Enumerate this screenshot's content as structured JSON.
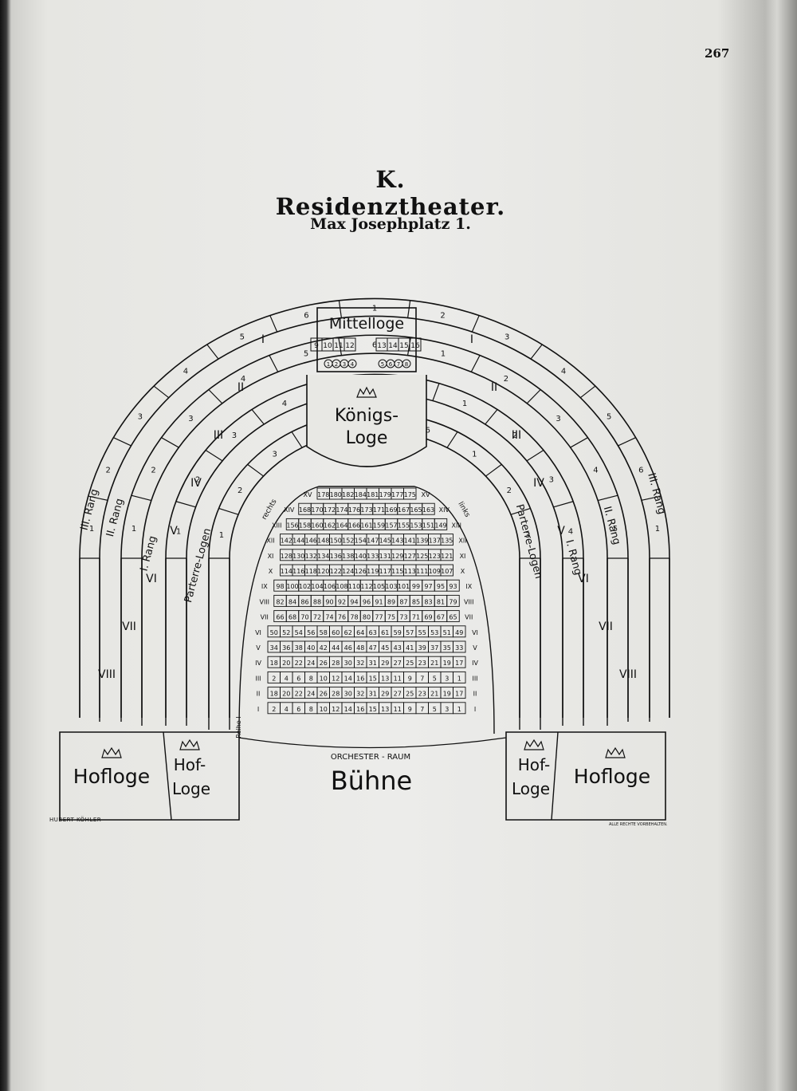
{
  "page_number": "267",
  "title": "K. Residenztheater.",
  "subtitle": "Max Josephplatz 1.",
  "plan": {
    "mittelloge": "Mittelloge",
    "koenigsloge": [
      "Königs-",
      "Loge"
    ],
    "hofloge": "Hofloge",
    "hof_loge": [
      "Hof-",
      "Loge"
    ],
    "buehne": "Bühne",
    "orchester": "ORCHESTER - RAUM",
    "reihe_label": "Reihe I",
    "rechts": "rechts",
    "links": "links",
    "mittelloge_left_seats": [
      "9",
      "10",
      "11",
      "12"
    ],
    "mittelloge_right_seats": [
      "13",
      "14",
      "15",
      "16"
    ],
    "mittelloge_circle_left": [
      "1",
      "2",
      "3",
      "4"
    ],
    "mittelloge_circle_right": [
      "5",
      "6",
      "7",
      "8"
    ],
    "rang_labels_left": [
      "III. Rang",
      "II. Rang",
      "I. Rang",
      "Parterre-Logen"
    ],
    "rang_labels_right": [
      "III. Rang",
      "II. Rang",
      "I. Rang",
      "Parterre-Logen"
    ],
    "roman_numerals": [
      "I",
      "II",
      "III",
      "IV",
      "V",
      "VI",
      "VII",
      "VIII"
    ],
    "parquet_rows": [
      [
        "178",
        "180",
        "182",
        "184",
        "181",
        "179",
        "177",
        "175"
      ],
      [
        "168",
        "170",
        "172",
        "174",
        "176",
        "173",
        "171",
        "169",
        "167",
        "165",
        "163"
      ],
      [
        "156",
        "158",
        "160",
        "162",
        "164",
        "166",
        "161",
        "159",
        "157",
        "155",
        "153",
        "151",
        "149"
      ],
      [
        "142",
        "144",
        "146",
        "148",
        "150",
        "152",
        "154",
        "147",
        "145",
        "143",
        "141",
        "139",
        "137",
        "135"
      ],
      [
        "128",
        "130",
        "132",
        "134",
        "136",
        "138",
        "140",
        "133",
        "131",
        "129",
        "127",
        "125",
        "123",
        "121"
      ],
      [
        "114",
        "116",
        "118",
        "120",
        "122",
        "124",
        "126",
        "119",
        "117",
        "115",
        "113",
        "111",
        "109",
        "107"
      ],
      [
        "98",
        "100",
        "102",
        "104",
        "106",
        "108",
        "110",
        "112",
        "105",
        "103",
        "101",
        "99",
        "97",
        "95",
        "93"
      ],
      [
        "82",
        "84",
        "86",
        "88",
        "90",
        "92",
        "94",
        "96",
        "91",
        "89",
        "87",
        "85",
        "83",
        "81",
        "79"
      ],
      [
        "66",
        "68",
        "70",
        "72",
        "74",
        "76",
        "78",
        "80",
        "77",
        "75",
        "73",
        "71",
        "69",
        "67",
        "65"
      ],
      [
        "50",
        "52",
        "54",
        "56",
        "58",
        "60",
        "62",
        "64",
        "63",
        "61",
        "59",
        "57",
        "55",
        "53",
        "51",
        "49"
      ],
      [
        "34",
        "36",
        "38",
        "40",
        "42",
        "44",
        "46",
        "48",
        "47",
        "45",
        "43",
        "41",
        "39",
        "37",
        "35",
        "33"
      ],
      [
        "18",
        "20",
        "22",
        "24",
        "26",
        "28",
        "30",
        "32",
        "31",
        "29",
        "27",
        "25",
        "23",
        "21",
        "19",
        "17"
      ],
      [
        "2",
        "4",
        "6",
        "8",
        "10",
        "12",
        "14",
        "16",
        "15",
        "13",
        "11",
        "9",
        "7",
        "5",
        "3",
        "1"
      ],
      [
        "18",
        "20",
        "22",
        "24",
        "26",
        "28",
        "30",
        "32",
        "31",
        "29",
        "27",
        "25",
        "23",
        "21",
        "19",
        "17"
      ],
      [
        "2",
        "4",
        "6",
        "8",
        "10",
        "12",
        "14",
        "16",
        "15",
        "13",
        "11",
        "9",
        "7",
        "5",
        "3",
        "1"
      ]
    ],
    "row_numerals": [
      "XV",
      "XIV",
      "XIII",
      "XII",
      "XI",
      "X",
      "IX",
      "VIII",
      "VII",
      "VI",
      "V",
      "IV",
      "III",
      "II",
      "I"
    ]
  },
  "credit_left": "HUBERT KÖHLER",
  "credit_right": "ALLE RECHTE VORBEHALTEN."
}
